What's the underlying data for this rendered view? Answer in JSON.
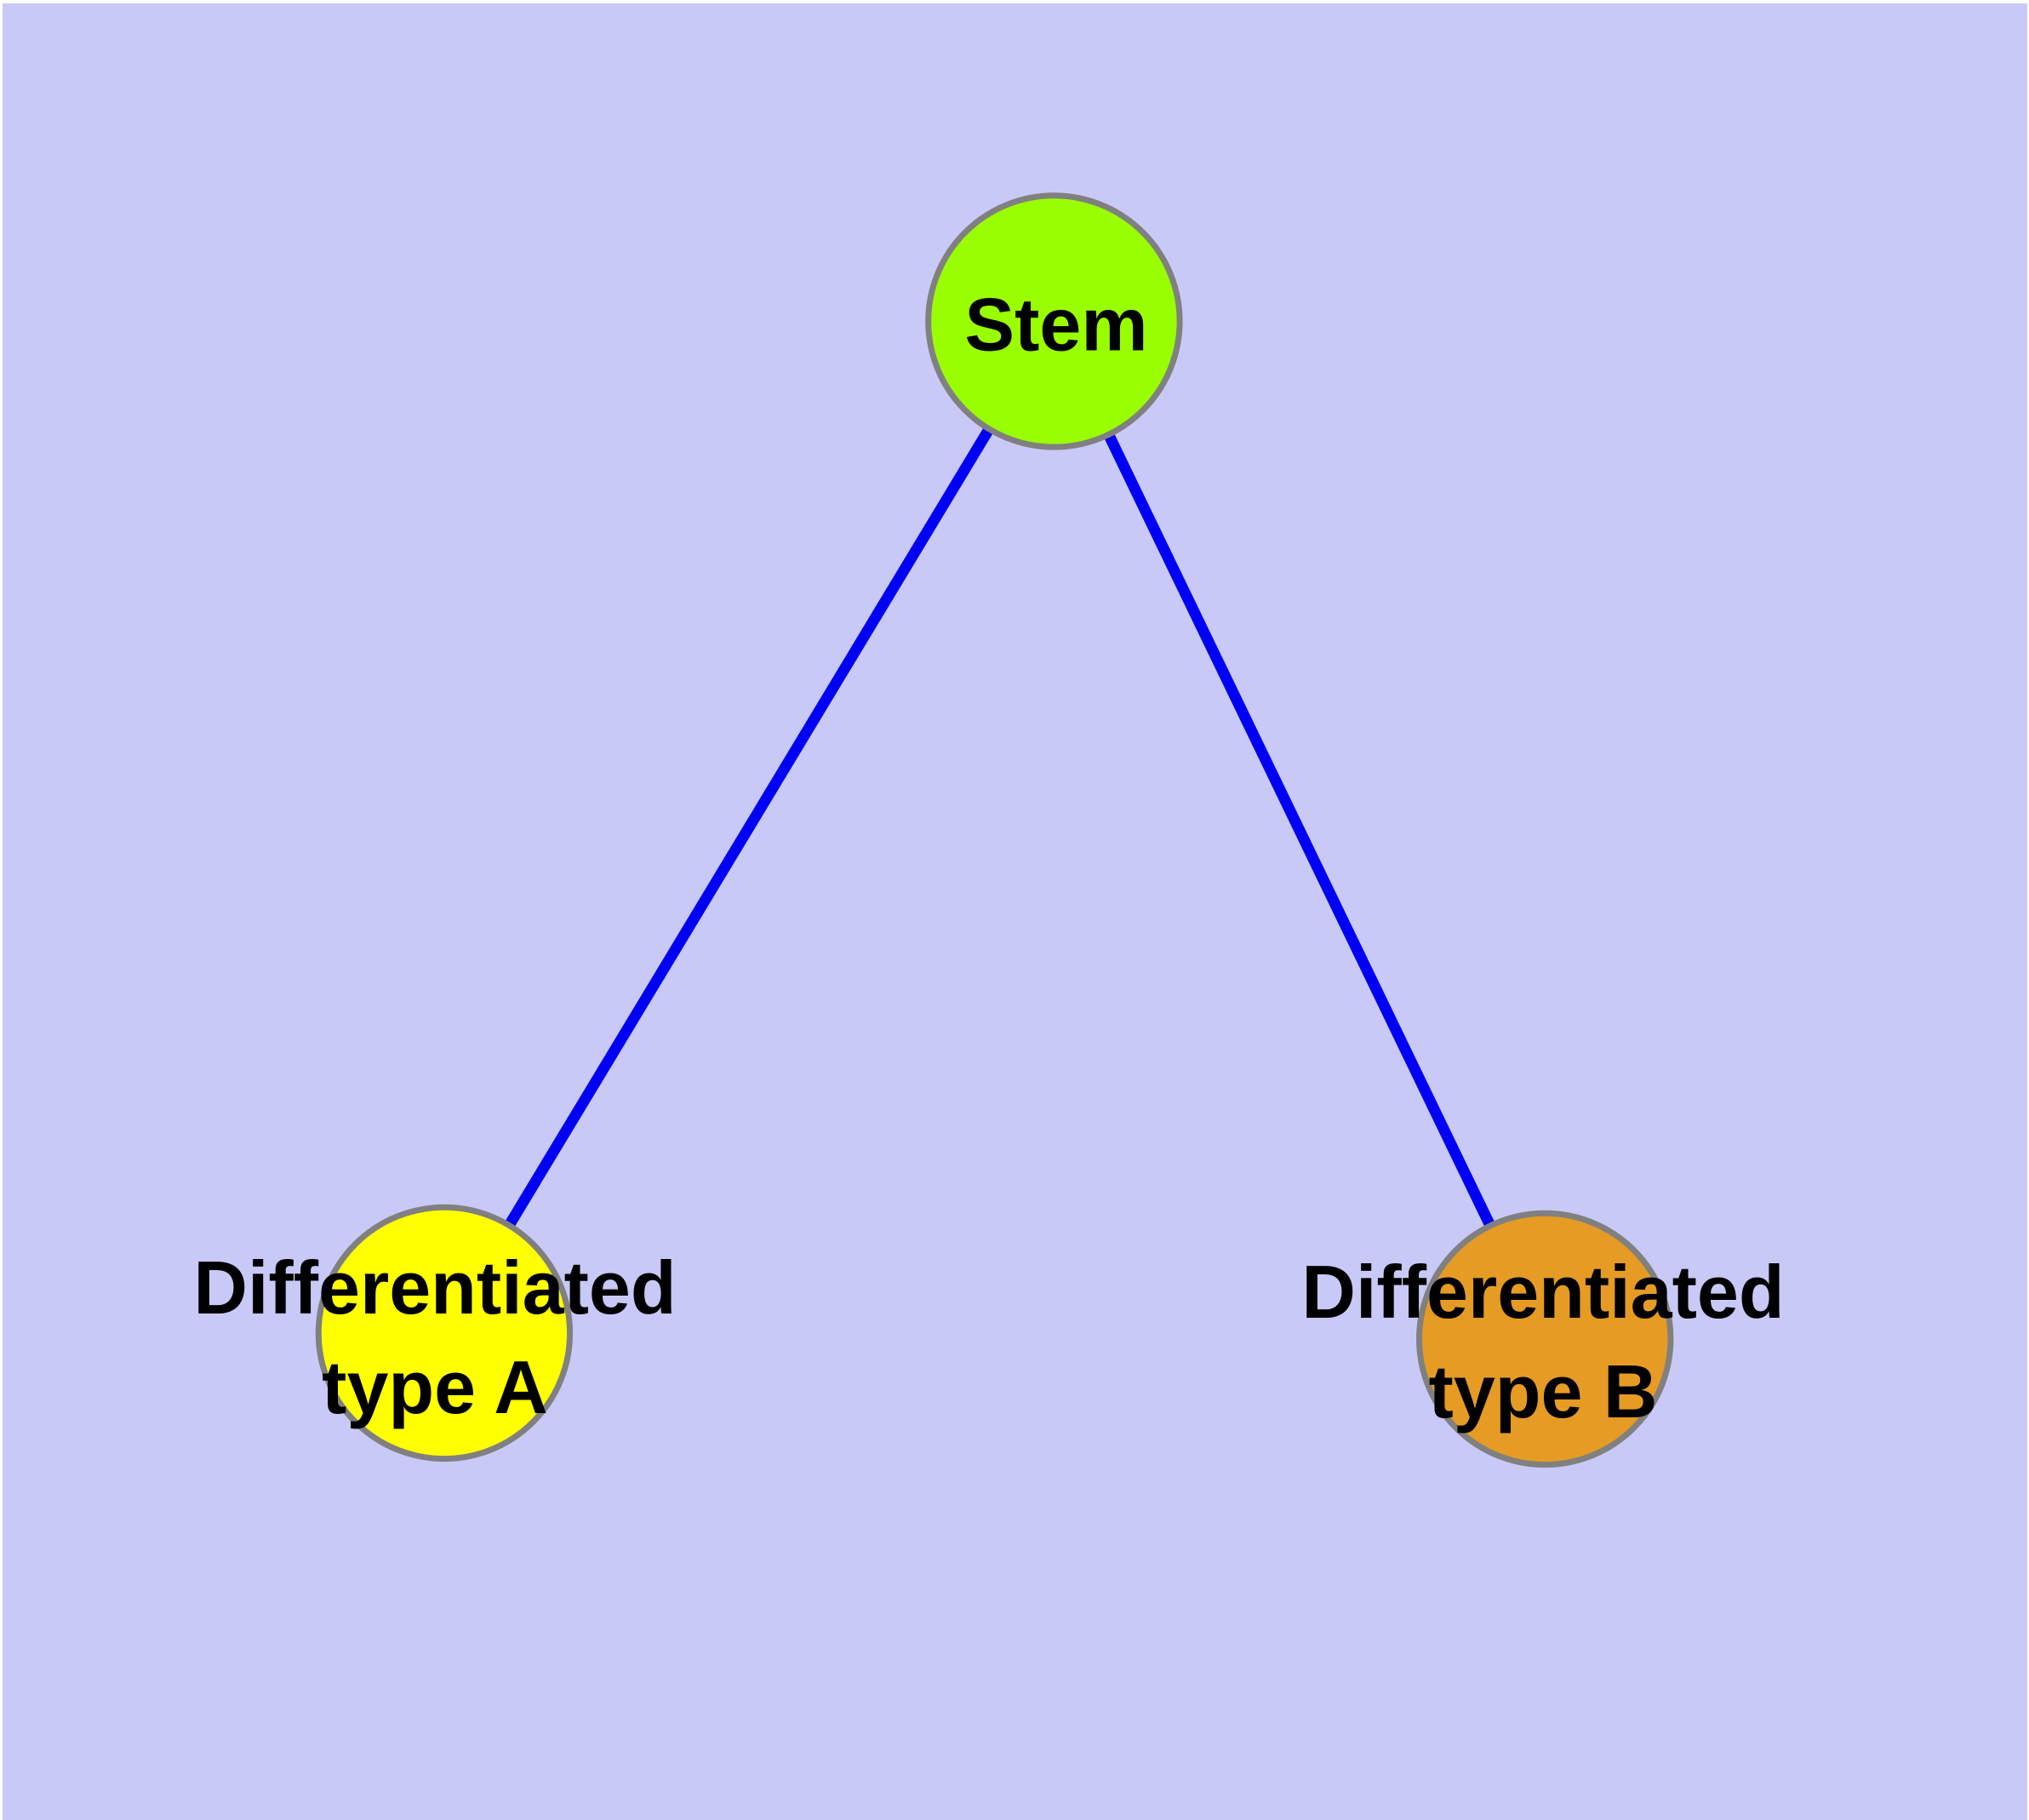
{
  "diagram": {
    "background_color": "#C9C9F8",
    "label_color": "#000000",
    "nodes": [
      {
        "id": "stem",
        "label_lines": [
          "Stem"
        ],
        "fill": "#99FF00",
        "stroke": "#808080"
      },
      {
        "id": "differentiated-type-a",
        "label_lines": [
          "Differentiated",
          "type A"
        ],
        "fill": "#FFFF00",
        "stroke": "#808080"
      },
      {
        "id": "differentiated-type-b",
        "label_lines": [
          "Differentiated",
          "type B"
        ],
        "fill": "#E59B24",
        "stroke": "#808080"
      }
    ],
    "edges": [
      {
        "from": "stem",
        "to": "differentiated-type-a",
        "color": "#0000F5"
      },
      {
        "from": "stem",
        "to": "differentiated-type-b",
        "color": "#0000F5"
      }
    ]
  }
}
